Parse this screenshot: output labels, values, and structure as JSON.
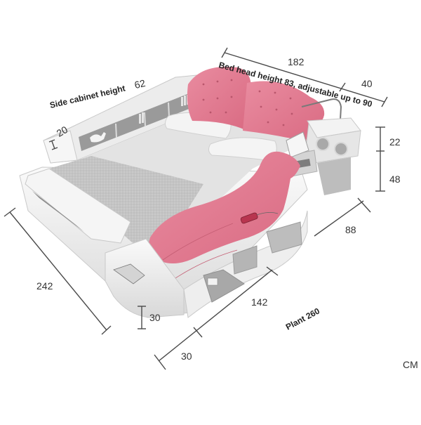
{
  "diagram": {
    "subject": "Multifunctional smart bed with dimensions",
    "units": "CM",
    "colors": {
      "upholstery_pink": "#e27a8f",
      "upholstery_pink_dark": "#c95d73",
      "frame_white": "#f2f2f2",
      "frame_shadow": "#cfcfcf",
      "mattress_grey": "#bdbdbd",
      "sheet_light": "#e6e6e6",
      "dimension_line": "#4a4a4a",
      "text": "#222222"
    },
    "labels": {
      "bed_head": "Bed head height 83, adjustable up to 90",
      "side_cabinet": "Side cabinet height",
      "side_cabinet_value": "62",
      "plant": "Plant 260"
    },
    "dimensions": {
      "top_width": "182",
      "top_side_depth": "40",
      "cabinet_top_height": "22",
      "cabinet_base_height": "48",
      "right_side_depth": "88",
      "left_length": "242",
      "side_shelf_thickness": "20",
      "front_height": "30",
      "front_bottom_width": "142",
      "front_bottom_offset": "30"
    },
    "features": [
      "tufted-headboard",
      "bookshelf-headboard",
      "bedside-speaker-console",
      "pull-out-laptop-tray",
      "chaise-massage-lounger",
      "remote-control",
      "pull-out-drawers",
      "foot-end-bench",
      "reading-lamp"
    ]
  }
}
